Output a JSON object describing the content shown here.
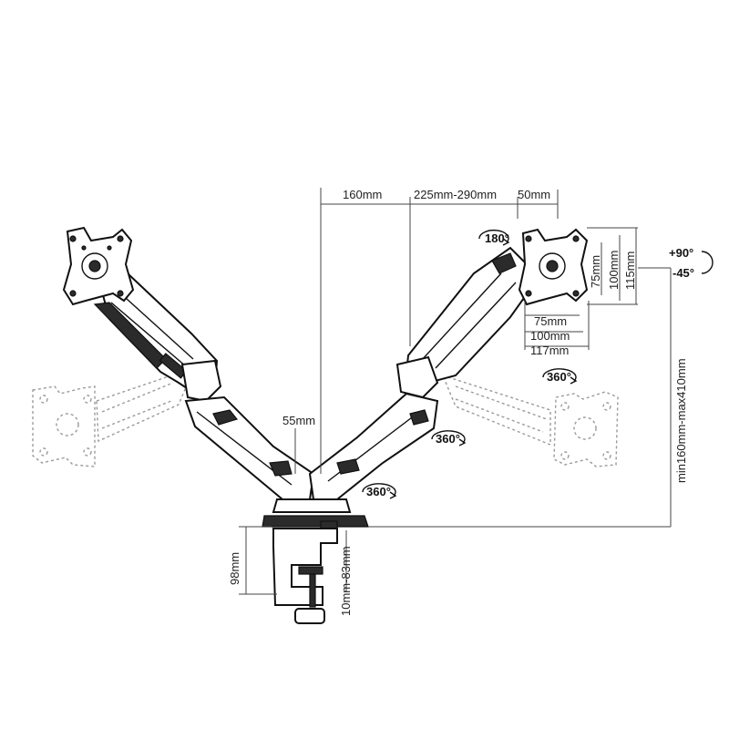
{
  "dimensions": {
    "arm_segment_1": "160mm",
    "arm_segment_2": "225mm-290mm",
    "head_offset": "50mm",
    "pole_width": "55mm",
    "height_range": "min160mm-max410mm",
    "clamp_height": "98mm",
    "clamp_range": "10mm-83mm"
  },
  "vesa": {
    "small": "75mm",
    "medium": "100mm",
    "outer": "117mm",
    "side_75": "75mm",
    "side_100": "100mm",
    "side_115": "115mm"
  },
  "rotation": {
    "head_rotation": "180°",
    "swivel_head": "360°",
    "swivel_elbow": "360°",
    "swivel_base": "360°",
    "tilt_up": "+90°",
    "tilt_down": "-45°"
  }
}
